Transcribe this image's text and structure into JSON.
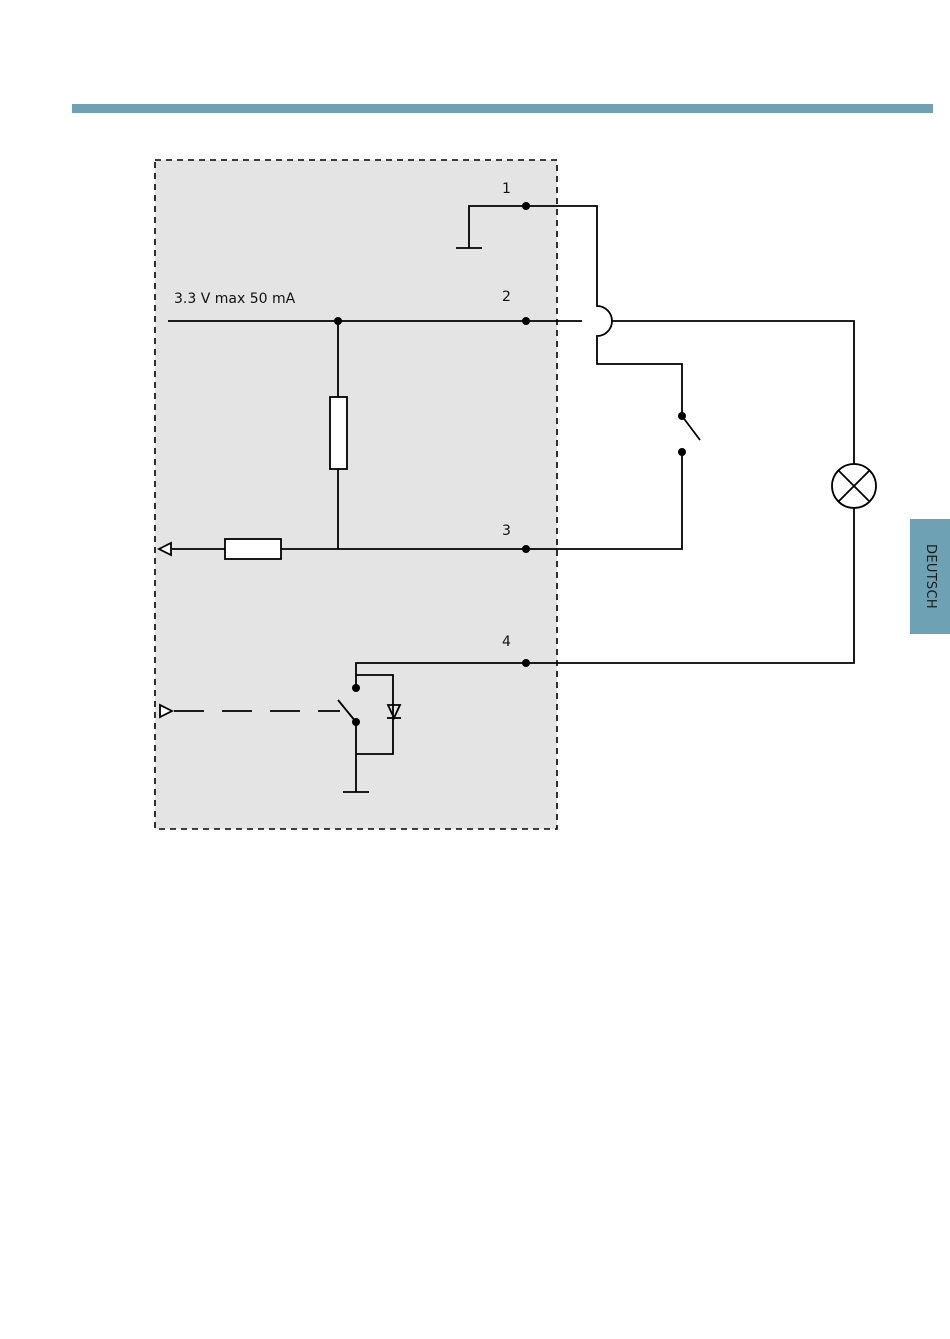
{
  "header": {
    "rule_color": "#6fa1b5"
  },
  "language_tab": {
    "label": "DEUTSCH",
    "color": "#6fa1b5"
  },
  "diagram": {
    "box_fill": "#e4e4e4",
    "line_color": "#000000",
    "supply_label": "3.3 V max 50 mA",
    "pins": [
      {
        "label": "1"
      },
      {
        "label": "2"
      },
      {
        "label": "3"
      },
      {
        "label": "4"
      }
    ]
  }
}
